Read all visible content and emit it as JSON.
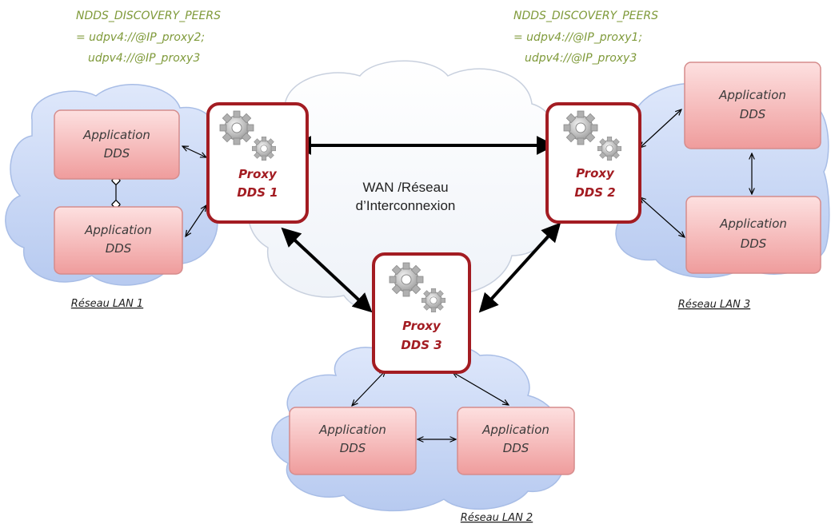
{
  "peers_left": {
    "line1": "NDDS_DISCOVERY_PEERS",
    "line2": "= udpv4://@IP_proxy2;",
    "line3": "udpv4://@IP_proxy3"
  },
  "peers_right": {
    "line1": "NDDS_DISCOVERY_PEERS",
    "line2": "= udpv4://@IP_proxy1;",
    "line3": "udpv4://@IP_proxy3"
  },
  "wan": {
    "line1": "WAN /Réseau",
    "line2": "d’Interconnexion"
  },
  "proxies": {
    "p1": {
      "line1": "Proxy",
      "line2": "DDS 1"
    },
    "p2": {
      "line1": "Proxy",
      "line2": "DDS 2"
    },
    "p3": {
      "line1": "Proxy",
      "line2": "DDS 3"
    }
  },
  "apps": {
    "lan1_top": {
      "line1": "Application",
      "line2": "DDS"
    },
    "lan1_bottom": {
      "line1": "Application",
      "line2": "DDS"
    },
    "lan3_top": {
      "line1": "Application",
      "line2": "DDS"
    },
    "lan3_bottom": {
      "line1": "Application",
      "line2": "DDS"
    },
    "lan2_left": {
      "line1": "Application",
      "line2": "DDS"
    },
    "lan2_right": {
      "line1": "Application",
      "line2": "DDS"
    }
  },
  "lans": {
    "lan1": "Réseau LAN 1",
    "lan2": "Réseau LAN 2",
    "lan3": "Réseau LAN 3"
  },
  "colors": {
    "app_fill_top": "#fbd3d3",
    "app_fill_bottom": "#ee9a9a",
    "proxy_border": "#a31c22",
    "cloud_blue": "#c9d9f5",
    "peer_text": "#7f9a3a"
  },
  "icons": {
    "proxy": "gears-icon"
  }
}
